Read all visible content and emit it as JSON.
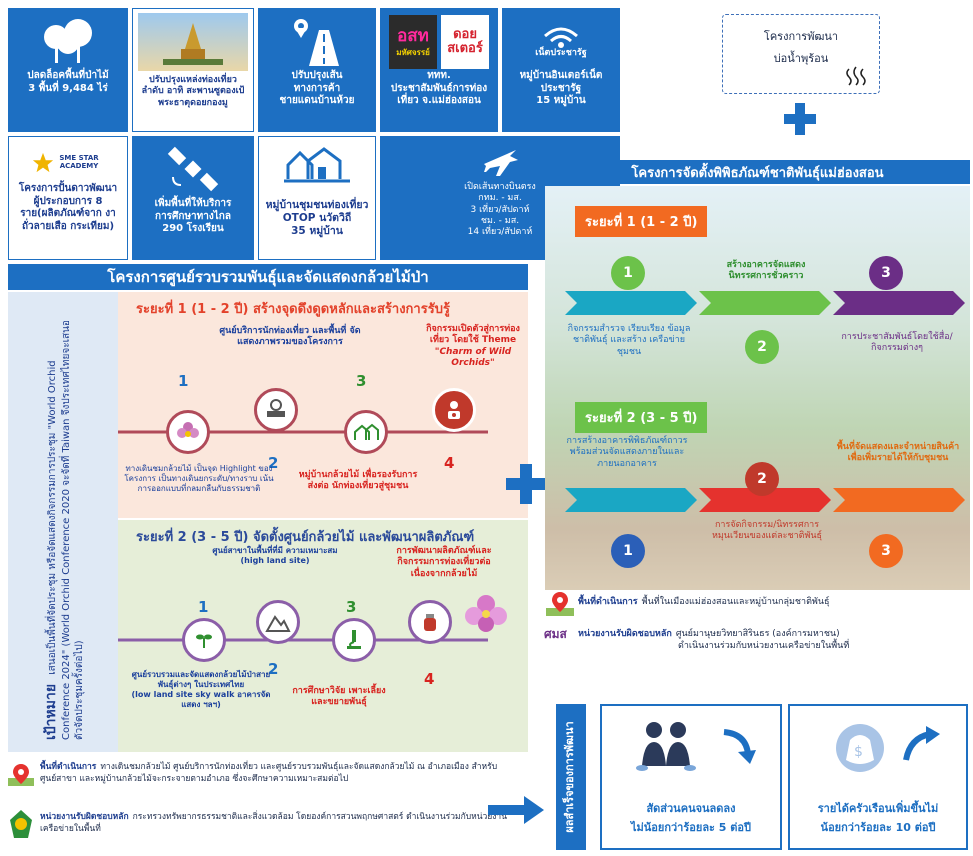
{
  "top_tiles": [
    {
      "lines": [
        "ปลดล็อคพื้นที่ป่าไม้",
        "3 พื้นที่ 9,484 ไร่"
      ],
      "icon": "trees-icon"
    },
    {
      "lines": [
        "ปรับปรุงแหล่งท่องเที่ยว",
        "ลำดับ อาทิ สะพานซูตองเป้",
        "พระธาตุดอยกองมู"
      ],
      "icon": "temple-icon"
    },
    {
      "lines": [
        "ปรับปรุงเส้น",
        "ทางการค้า",
        "ชายแดนบ้านห้วย"
      ],
      "icon": "road-icon"
    },
    {
      "lines": [
        "ททท.",
        "ประชาสัมพันธ์การท่อง",
        "เที่ยว จ.แม่ฮ่องสอน"
      ],
      "icon": "poster-icon",
      "logo_a": "อสท",
      "logo_a_sub": "มหัศจรรย์",
      "logo_b": "ดอย",
      "logo_b2": "สเตอร์"
    },
    {
      "lines": [
        "หมู่บ้านอินเตอร์เน็ต",
        "ประชารัฐ",
        "15 หมู่บ้าน"
      ],
      "icon": "wifi-icon",
      "logo": "เน็ตประชารัฐ"
    },
    {
      "lines": [
        "โครงการปั้นดาวพัฒนา",
        "ผู้ประกอบการ 8",
        "ราย(ผลิตภัณฑ์จาก งา",
        "ถั่วลายเสือ กระเทียม)"
      ],
      "icon": "star-icon",
      "logo": "SME STAR ACADEMY"
    },
    {
      "lines": [
        "เพิ่มพื้นที่ให้บริการ",
        "การศึกษาทางไกล",
        "290 โรงเรียน"
      ],
      "icon": "satellite-icon"
    },
    {
      "lines": [
        "หมู่บ้านชุมชนท่องเที่ยว",
        "OTOP นวัตวิถี",
        "35 หมู่บ้าน"
      ],
      "icon": "village-icon"
    },
    {
      "lines": [
        "เปิดเส้นทางบินตรง",
        "กทม. - มส.",
        "3 เที่ยว/สัปดาห์",
        "ชม. - มส.",
        "14 เที่ยว/สัปดาห์"
      ],
      "icon": "airplane-icon"
    }
  ],
  "hot_spring": {
    "line1": "โครงการพัฒนา",
    "line2": "บ่อน้ำพุร้อน",
    "icon": "hot-spring-icon"
  },
  "orchid": {
    "title": "โครงการศูนย์รวบรวมพันธุ์และจัดแสดงกล้วยไม้ป่า",
    "goal_head": "เป้าหมาย",
    "goal_text": "เสนอเป็นพื้นที่จัดประชุม หรือจัดแสดงกิจกรรมการประชุม \"World Orchid Conference 2024\" (World Orchid Conference 2020 จะจัดที่ Taiwan จึงประเทศไทยจะเสนอตัวจัดประชุมครั้งต่อไป)",
    "phase1": {
      "title": "ระยะที่ 1 (1 - 2 ปี) สร้างจุดดึงดูดหลักและสร้างการรับรู้",
      "steps": [
        {
          "num": "1",
          "icon": "orchid-flower-icon",
          "note": "ทางเดินชมกล้วยไม้ เป็นจุด Highlight ของโครงการ เป็นทางเดินยกระดับ/ทางราบ เน้นการออกแบบที่กลมกลืนกับธรรมชาติ"
        },
        {
          "num": "2",
          "icon": "service-center-icon",
          "note": "ศูนย์บริการนักท่องเที่ยว และพื้นที่ จัดแสดงภาพรวมของโครงการ"
        },
        {
          "num": "3",
          "icon": "orchid-village-icon",
          "note": "หมู่บ้านกล้วยไม้ เพื่อรองรับการส่งต่อ นักท่องเที่ยวสู่ชุมชน"
        },
        {
          "num": "4",
          "icon": "camera-person-icon",
          "note_a": "กิจกรรมเปิดตัวสู่การท่องเที่ยว โดยใช้ Theme",
          "note_b": "\"Charm of Wild Orchids\""
        }
      ]
    },
    "phase2": {
      "title": "ระยะที่ 2 (3 - 5 ปี) จัดตั้งศูนย์กล้วยไม้ และพัฒนาผลิตภัณฑ์",
      "steps": [
        {
          "num": "1",
          "icon": "seedling-icon",
          "note_a": "ศูนย์รวบรวมและจัดแสดงกล้วยไม้ป่าสายพันธุ์ต่างๆ ในประเทศไทย",
          "note_b": "(low land site sky walk อาคารจัดแสดง ฯลฯ)"
        },
        {
          "num": "2",
          "icon": "mountain-icon",
          "note_a": "ศูนย์สาขาในพื้นที่ที่มี ความเหมาะสม",
          "note_b": "(high land site)"
        },
        {
          "num": "3",
          "icon": "microscope-icon",
          "note": "การศึกษาวิจัย เพาะเลี้ยง และขยายพันธุ์"
        },
        {
          "num": "4",
          "icon": "product-jar-icon",
          "note": "การพัฒนาผลิตภัณฑ์และ กิจกรรมการท่องเที่ยวต่อ เนื่องจากกล้วยไม้"
        }
      ]
    },
    "area_label": "พื้นที่ดำเนินการ",
    "area_text": "ทางเดินชมกล้วยไม้ ศูนย์บริการนักท่องเที่ยว และศูนย์รวบรวมพันธุ์และจัดแสดงกล้วยไม้ ณ อำเภอเมือง สำหรับศูนย์สาขา และหมู่บ้านกล้วยไม้จะกระจายตามอำเภอ ซึ่งจะศึกษาความเหมาะสมต่อไป",
    "agency_label": "หน่วยงานรับผิดชอบหลัก",
    "agency_text": "กระทรวงทรัพยากรธรรมชาติและสิ่งแวดล้อม โดยองค์การสวนพฤกษศาสตร์ ดำเนินงานร่วมกับหน่วยงานเครือข่ายในพื้นที่"
  },
  "ethnic": {
    "title": "โครงการจัดตั้งพิพิธภัณฑ์ชาติพันธุ์แม่ฮ่องสอน",
    "stage1": "ระยะที่ 1 (1 - 2 ปี)",
    "stage2": "ระยะที่ 2 (3 - 5 ปี)",
    "s1_items": [
      {
        "num": "1",
        "text": "กิจกรรมสำรวจ เรียบเรียง ข้อมูลชาติพันธุ์ และสร้าง เครือข่ายชุมชน"
      },
      {
        "num": "2",
        "text": "สร้างอาคารจัดแสดง นิทรรศการชั่วคราว"
      },
      {
        "num": "3",
        "text": "การประชาสัมพันธ์โดยใช้สื่อ/ กิจกรรมต่างๆ"
      }
    ],
    "s2_items": [
      {
        "num": "1",
        "text": "การสร้างอาคารพิพิธภัณฑ์ถาวร พร้อมส่วนจัดแสดงภายในและ ภายนอกอาคาร"
      },
      {
        "num": "2",
        "text": "การจัดกิจกรรม/นิทรรศการ หมุนเวียนของแต่ละชาติพันธุ์"
      },
      {
        "num": "3",
        "text": "พื้นที่จัดแสดงและจำหน่ายสินค้า เพื่อเพิ่มรายได้ให้กับชุมชน"
      }
    ],
    "area_label": "พื้นที่ดำเนินการ",
    "area_text": "พื้นที่ในเมืองแม่ฮ่องสอนและหมู่บ้านกลุ่มชาติพันธุ์",
    "agency_label": "หน่วยงานรับผิดชอบหลัก",
    "agency_text_a": "ศูนย์มานุษยวิทยาสิรินธร (องค์การมหาชน)",
    "agency_text_b": "ดำเนินงานร่วมกับหน่วยงานเครือข่ายในพื้นที่",
    "agency_logo": "ศมส"
  },
  "results": {
    "side_label": "ผลสำเร็จของการพัฒนา",
    "box1": {
      "line1": "สัดส่วนคนจนลดลง",
      "line2": "ไม่น้อยกว่าร้อยละ 5 ต่อปี"
    },
    "box2": {
      "line1": "รายได้ครัวเรือนเพิ่มขึ้นไม่",
      "line2": "น้อยกว่าร้อยละ 10 ต่อปี"
    }
  },
  "colors": {
    "blue": "#1d6fc2",
    "red": "#e3422b",
    "teal": "#1aa7c4",
    "green": "#6cc24a",
    "purple": "#6b2e86",
    "orange": "#f26a21"
  }
}
